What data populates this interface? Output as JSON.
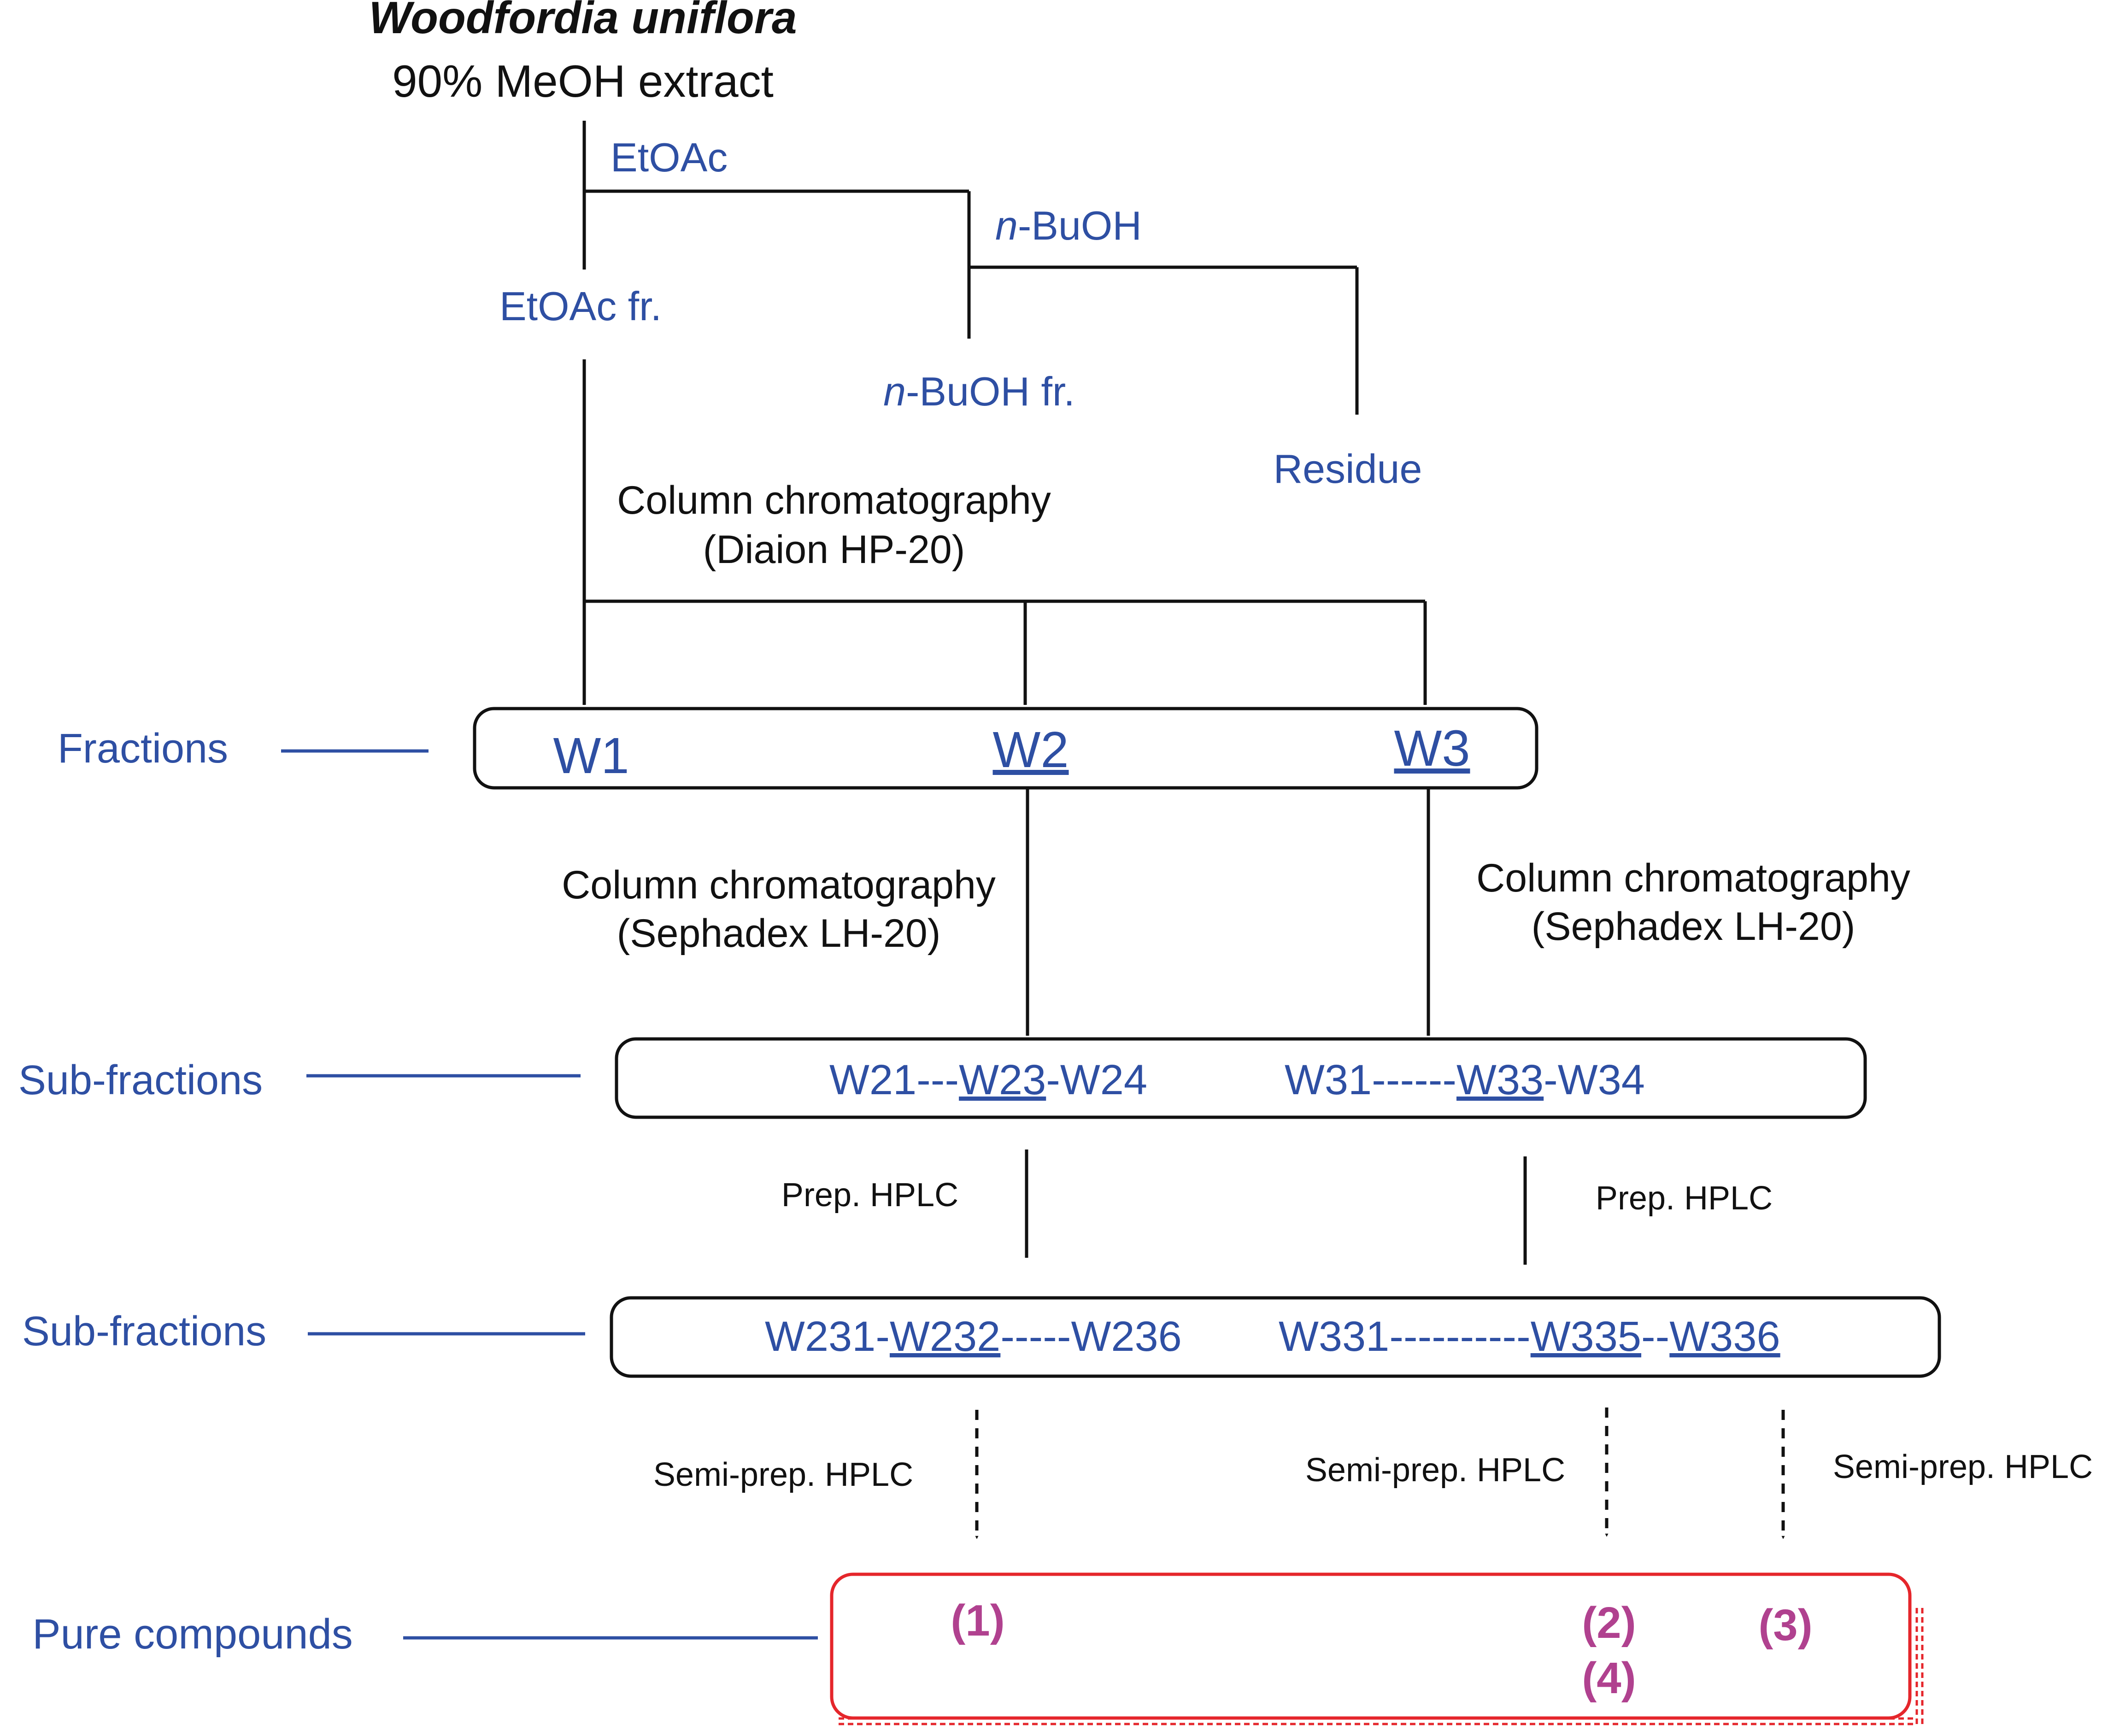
{
  "title": {
    "species": "Woodfordia uniflora",
    "extract": "90% MeOH extract"
  },
  "partition": {
    "etoac_solvent": "EtOAc",
    "buoh_solvent_prefix": "n",
    "buoh_solvent_suffix": "-BuOH",
    "etoac_fraction": "EtOAc fr.",
    "buoh_fraction_prefix": "n",
    "buoh_fraction_suffix": "-BuOH fr.",
    "residue": "Residue"
  },
  "steps": {
    "cc1_line1": "Column chromatography",
    "cc1_line2": "(Diaion HP-20)",
    "cc2_line1": "Column chromatography",
    "cc2_line2": "(Sephadex LH-20)",
    "cc3_line1": "Column chromatography",
    "cc3_line2": "(Sephadex LH-20)",
    "prep_hplc_1": "Prep. HPLC",
    "prep_hplc_2": "Prep. HPLC",
    "semiprep_1": "Semi-prep. HPLC",
    "semiprep_2": "Semi-prep. HPLC",
    "semiprep_3": "Semi-prep. HPLC"
  },
  "levels": {
    "fractions": "Fractions",
    "subfractions_1": "Sub-fractions",
    "subfractions_2": "Sub-fractions",
    "pure_compounds": "Pure compounds"
  },
  "fractions": {
    "w1": "W1",
    "w2": "W2",
    "w3": "W3"
  },
  "subfractions_1": {
    "g1_a": "W21---",
    "g1_b": "W23",
    "g1_c": "-W24",
    "g2_a": "W31------",
    "g2_b": "W33",
    "g2_c": "-W34"
  },
  "subfractions_2": {
    "g1_a": "W231-",
    "g1_b": "W232",
    "g1_c": "-----W236",
    "g2_a": "W331----------",
    "g2_b": "W335",
    "g2_c": "--",
    "g2_d": "W336"
  },
  "compounds": {
    "c1": "1",
    "c2": "2",
    "c3": "3",
    "c4": "4"
  },
  "colors": {
    "blue_text": "#2E4FA3",
    "black": "#111111",
    "red_box": "#E5262B",
    "magenta": "#B0418F"
  }
}
